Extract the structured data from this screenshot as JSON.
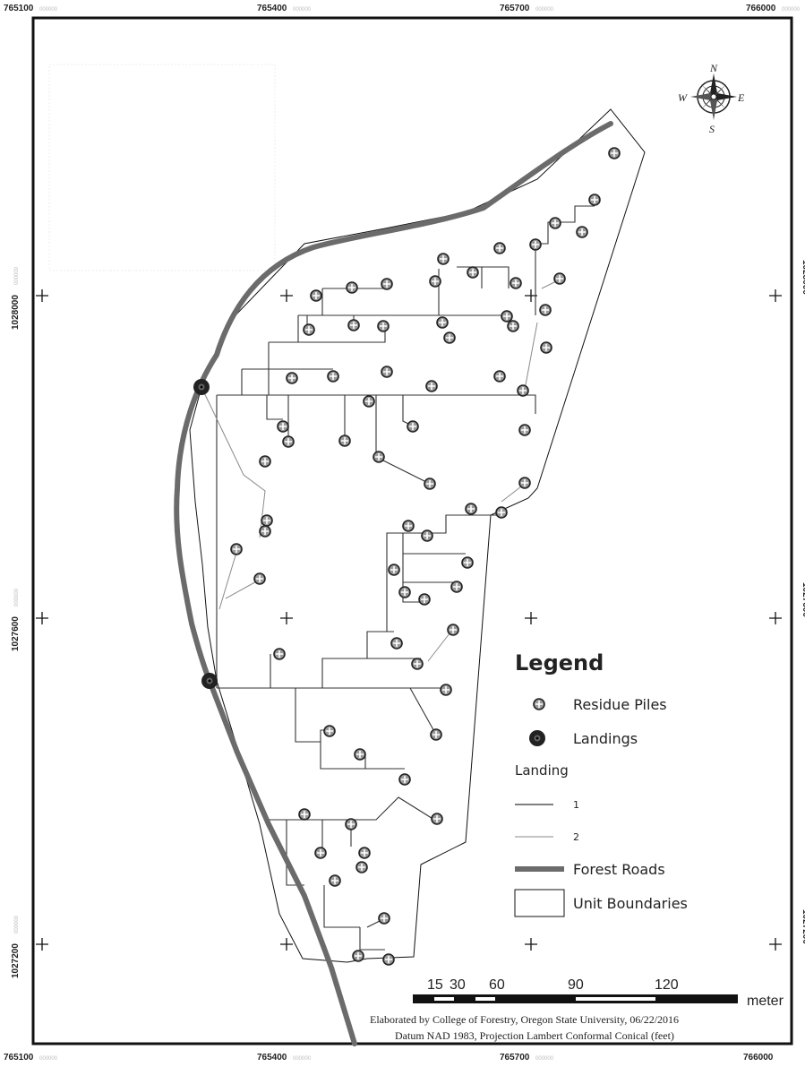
{
  "coordinates": {
    "x_ticks": [
      "765100",
      "765400",
      "765700",
      "766000"
    ],
    "y_ticks": [
      "1028000",
      "1027600",
      "1027200"
    ],
    "suffix": "000000"
  },
  "compass": {
    "north": "N",
    "south": "S",
    "east": "E",
    "west": "W"
  },
  "legend": {
    "title": "Legend",
    "residue_piles": "Residue Piles",
    "landings": "Landings",
    "landing_group_label": "Landing",
    "landing_1": "1",
    "landing_2": "2",
    "forest_roads": "Forest Roads",
    "unit_boundaries": "Unit Boundaries"
  },
  "scale_bar": {
    "labels": [
      "15",
      "30",
      "60",
      "90",
      "120"
    ],
    "unit": "meter"
  },
  "credits": {
    "line1": "Elaborated by  College of Forestry, Oregon State University, 06/22/2016",
    "line2": "Datum NAD 1983, Projection Lambert Conformal Conical (feet)"
  },
  "colors": {
    "road": "#6b6b6b",
    "frame": "#111111",
    "skid_1": "#333333",
    "skid_2": "#8a8a8a",
    "pile_fill": "#9a9a9a"
  }
}
